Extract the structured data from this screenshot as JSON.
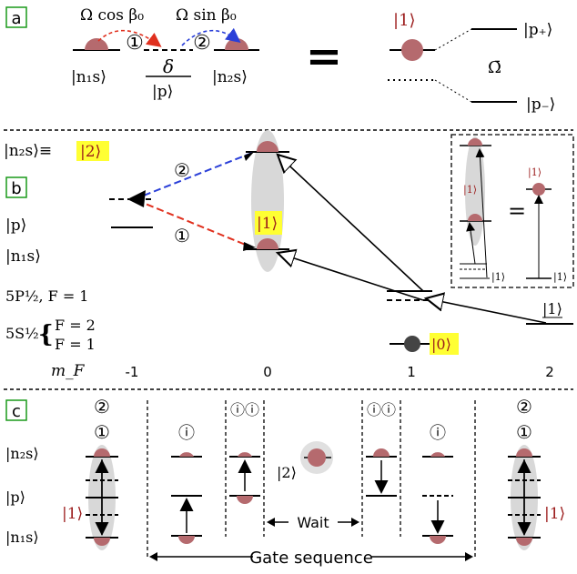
{
  "panels": {
    "a": "a",
    "b": "b",
    "c": "c"
  },
  "panel_a": {
    "omega_cos": "Ω cos β₀",
    "omega_sin": "Ω sin β₀",
    "circ1": "①",
    "circ2": "②",
    "delta": "δ",
    "n1s": "|n₁s⟩",
    "p": "|p⟩",
    "n2s": "|n₂s⟩",
    "equals": "=",
    "ket1": "|1⟩",
    "p_plus": "|p₊⟩",
    "p_minus": "|p₋⟩",
    "omega_bar": "Ω̄"
  },
  "panel_b": {
    "n2s_equiv": "|n₂s⟩≡",
    "ket2": "|2⟩",
    "p": "|p⟩",
    "n1s": "|n₁s⟩",
    "circ1": "①",
    "circ2": "②",
    "ket1": "|1⟩",
    "p_state": "5P½, F = 1",
    "s_state": "5S½",
    "f2": "F = 2",
    "f1": "F = 1",
    "ket1_under": "|1⟩",
    "ket0": "|0⟩",
    "mf_label": "m_F",
    "mf_values": [
      "-1",
      "0",
      "1",
      "2"
    ],
    "inset_ket1_a": "|1⟩",
    "inset_ket1_b": "|1⟩",
    "inset_ket1_c": "|1⟩",
    "inset_ket1_d": "|1⟩",
    "inset_equals": "="
  },
  "panel_c": {
    "n2s": "|n₂s⟩",
    "p": "|p⟩",
    "n1s": "|n₁s⟩",
    "ket1_left": "|1⟩",
    "ket1_right": "|1⟩",
    "ket2": "|2⟩",
    "circ1": "①",
    "circ2": "②",
    "roman1": "ⓘ",
    "roman2": "ⓘⓘ",
    "wait": "Wait",
    "gate_sequence": "Gate sequence"
  },
  "colors": {
    "population": "#b56a6e",
    "highlight": "#ffff33",
    "state_red": "#9b1b1b",
    "ellipse_gray": "#d8d8d8",
    "arrow_red": "#e0301e",
    "arrow_blue": "#2a3fd8",
    "panel_label": "#1a9a1a"
  }
}
